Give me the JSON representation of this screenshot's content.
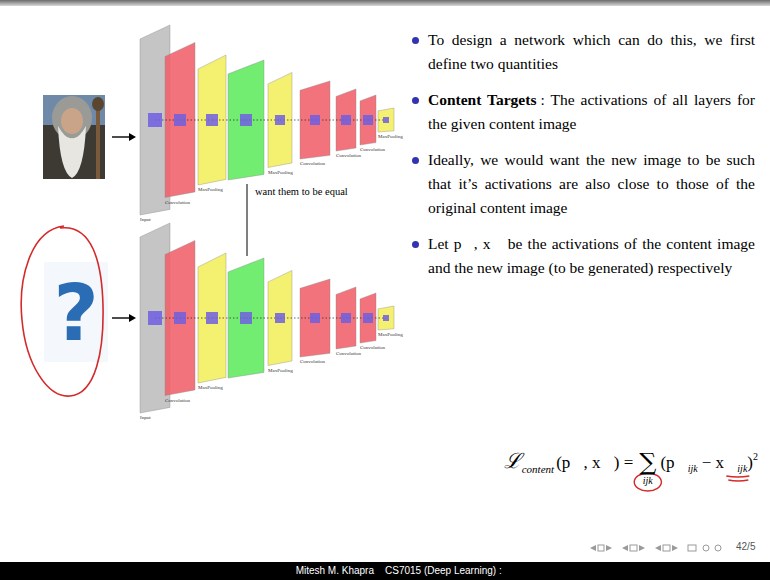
{
  "diagram": {
    "labels": [
      "To design a network which can do this, we first define two quantities",
      "Content Targets",
      ": The activations of all layers for the given content image",
      "Ideally, we would want the new image to be such that it’s activations are also close to those of the original content image",
      "Let p⃗, x⃗ be the activations of the content image and the new image (to be generated) respectively",
      "want them to be equal",
      "?",
      "Input",
      "Convolution",
      "MaxPooling",
      "MaxPooling",
      "Convolution",
      "Convolution",
      "Convolution",
      "MaxPooling",
      "Input",
      "Convolution",
      "MaxPooling",
      "MaxPooling",
      "Convolution",
      "Convolution",
      "Convolution",
      "MaxPooling",
      "ℒ",
      "content",
      "(p⃗, x⃗) =",
      "∑",
      "ijk",
      "(p⃗",
      "ijk",
      "− x⃗",
      "ijk",
      ")",
      "2",
      "Mitesh M. Khapra",
      "CS7015 (Deep Learning) :",
      "42/5"
    ]
  }
}
